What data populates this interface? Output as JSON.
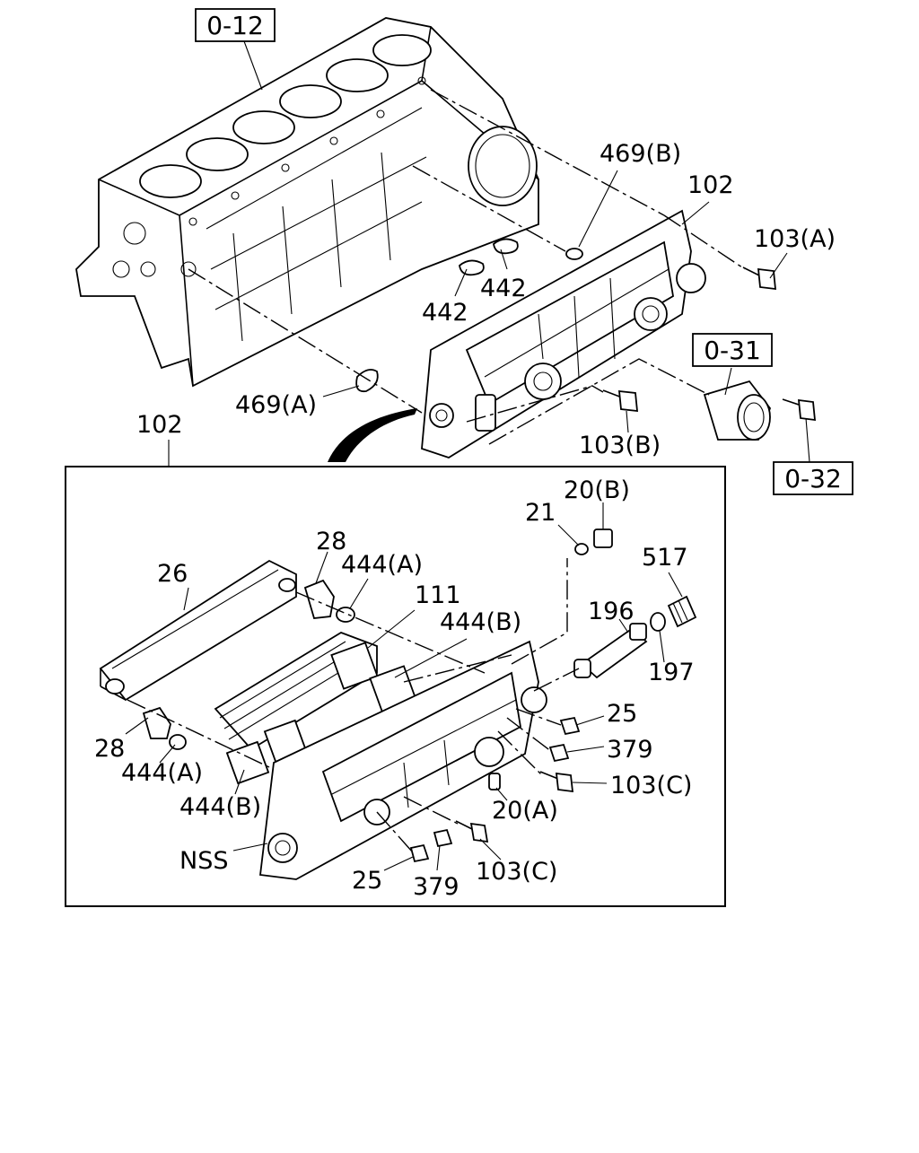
{
  "diagram": {
    "ref_boxes": {
      "r012": "0-12",
      "r031": "0-31",
      "r032": "0-32"
    },
    "labels": {
      "l469b": "469(B)",
      "l102top": "102",
      "l103a": "103(A)",
      "l442a": "442",
      "l442b": "442",
      "l469a": "469(A)",
      "l103b": "103(B)",
      "l102box": "102",
      "l20b": "20(B)",
      "l21": "21",
      "l28top": "28",
      "l444atop": "444(A)",
      "l26": "26",
      "l111": "111",
      "l444btop": "444(B)",
      "l517": "517",
      "l196": "196",
      "l197": "197",
      "l25r": "25",
      "l379r": "379",
      "l103cr": "103(C)",
      "l20a": "20(A)",
      "l28bot": "28",
      "l444abot": "444(A)",
      "l444bbot": "444(B)",
      "lnss": "NSS",
      "l25b": "25",
      "l379b": "379",
      "l103cb": "103(C)"
    }
  }
}
